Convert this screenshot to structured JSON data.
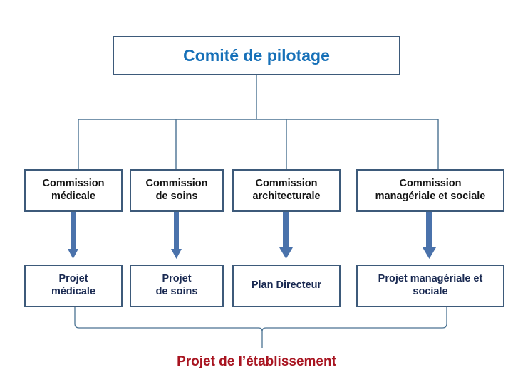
{
  "diagram": {
    "type": "organizational-chart",
    "title_box": {
      "label": "Comité de pilotage",
      "color": "#1670b8"
    },
    "commissions": [
      {
        "label": "Commission\nmédicale"
      },
      {
        "label": "Commission\nde soins"
      },
      {
        "label": "Commission\narchitecturale"
      },
      {
        "label": "Commission\nmanagériale et sociale"
      }
    ],
    "projets": [
      {
        "label": "Projet\nmédicale"
      },
      {
        "label": "Projet\nde soins"
      },
      {
        "label": "Plan Directeur"
      },
      {
        "label": "Projet managériale et\nsociale"
      }
    ],
    "footer": {
      "label": "Projet de l’établissement",
      "color": "#a81420"
    },
    "colors": {
      "box_border": "#3d5a7a",
      "connector_line": "#4a7292",
      "arrow": "#4a72ab",
      "commission_text": "#141414",
      "projet_text": "#1a2a52",
      "background": "#ffffff"
    }
  }
}
